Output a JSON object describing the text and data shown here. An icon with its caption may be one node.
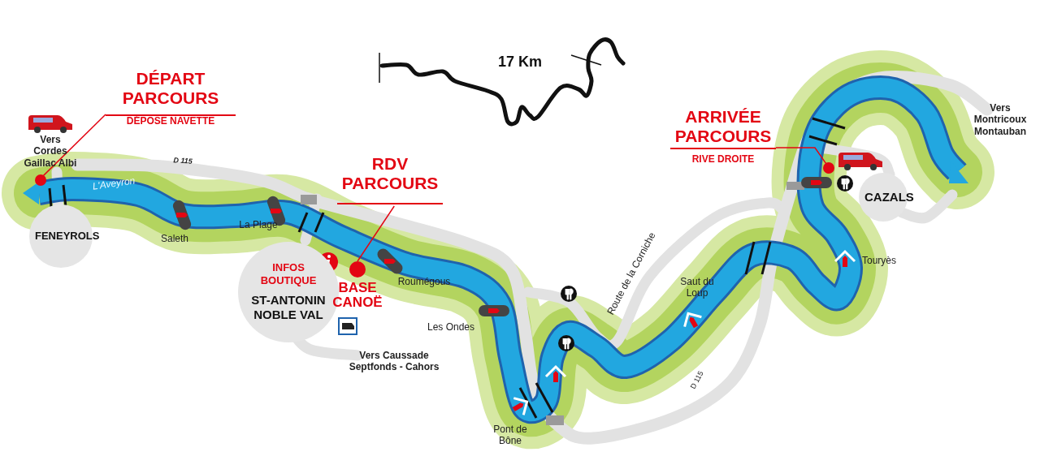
{
  "diagram": {
    "nodes": [
      {
        "text": [
          "DÉPART PARCOURS",
          "DÉPOSE NAVETTE"
        ]
      },
      {
        "text": [],
        "shape": "circle"
      },
      {
        "text": [
          "RDV PARCOURS"
        ]
      },
      {
        "text": [],
        "shape": "circle",
        "beside": [
          "BASE CANOË"
        ]
      },
      {
        "text": [
          "ARRIVÉE PARCOURS",
          "RIVE DROITE"
        ]
      },
      {
        "text": [],
        "shape": "circle"
      },
      {
        "text": [
          "CAZALS"
        ]
      },
      {
        "text": [
          "FENEYROLS"
        ]
      },
      {
        "text": [
          "INFOS BOUTIQUE",
          "ST-ANTONIN NOBLE VAL"
        ]
      }
    ],
    "edges": [
      {
        "from": 0,
        "to": 1,
        "arrow": "none"
      },
      {
        "from": 2,
        "to": 3,
        "arrow": "none"
      },
      {
        "from": 4,
        "to": 5,
        "arrow": "none"
      }
    ],
    "labels": [
      "17 Km",
      "Vers Montricoux Montauban",
      "Vers Cordes Gaillac Albi",
      "D 115",
      "L'Aveyron",
      "Saleth",
      "La Plage",
      "Route de la Corniche",
      "Touryès",
      "Roumégous",
      "Saut du Loup",
      "Les Ondes",
      "D 115",
      "Vers Caussade Septfonds - Cahors",
      "Pont de Bône"
    ]
  }
}
